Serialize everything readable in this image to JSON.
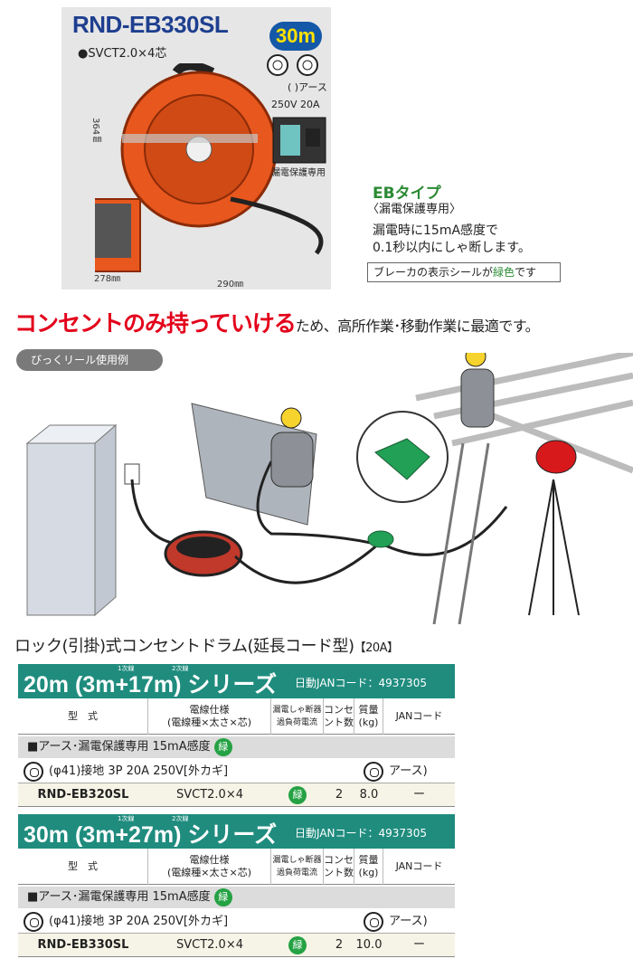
{
  "product": {
    "model": "RND-EB330SL",
    "length_badge": "30m",
    "cable_spec": "●SVCT2.0×4芯",
    "earth_label": "(  )アース",
    "rating": "250V 20A",
    "breaker_caption": "漏電保護専用",
    "dim_height": "364㎜",
    "dim_width1": "278㎜",
    "dim_width2": "290㎜"
  },
  "eb_type": {
    "title": "EBタイプ",
    "subtitle": "〈漏電保護専用〉",
    "desc_line1": "漏電時に15mA感度で",
    "desc_line2": "0.1秒以内にしゃ断します。",
    "seal_note_a": "ブレーカの表示シールが",
    "seal_note_green": "緑色",
    "seal_note_b": "です"
  },
  "headline": {
    "red": "コンセントのみ持っていける",
    "rest": "ため、高所作業･移動作業に最適です。"
  },
  "usage_badge": "びっくリール使用例",
  "table_heading": {
    "main": "ロック(引掛)式コンセントドラム(延長コード型)",
    "small": "【20A】"
  },
  "tables": [
    {
      "series": "20m (3m+17m) シリーズ",
      "note1": "1次線",
      "note2": "2次線",
      "jan": "日動JANコード：4937305",
      "headers": [
        "型　式",
        "電線仕様\n(電線種×太さ×芯)",
        "漏電しゃ断器\n過負荷電流",
        "コンセ\nント数",
        "質量\n(kg)",
        "JANコード"
      ],
      "category": "■アース･漏電保護専用 15mA感度",
      "category_badge": "緑",
      "spec": "(φ41)接地 3P 20A 250V[外カギ]",
      "spec_earth": "アース)",
      "row": {
        "model": "RND-EB320SL",
        "cable": "SVCT2.0×4",
        "breaker": "緑",
        "outlets": "2",
        "weight": "8.0",
        "jan": "ー"
      }
    },
    {
      "series": "30m (3m+27m) シリーズ",
      "note1": "1次線",
      "note2": "2次線",
      "jan": "日動JANコード：4937305",
      "headers": [
        "型　式",
        "電線仕様\n(電線種×太さ×芯)",
        "漏電しゃ断器\n過負荷電流",
        "コンセ\nント数",
        "質量\n(kg)",
        "JANコード"
      ],
      "category": "■アース･漏電保護専用 15mA感度",
      "category_badge": "緑",
      "spec": "(φ41)接地 3P 20A 250V[外カギ]",
      "spec_earth": "アース)",
      "row": {
        "model": "RND-EB330SL",
        "cable": "SVCT2.0×4",
        "breaker": "緑",
        "outlets": "2",
        "weight": "10.0",
        "jan": "ー"
      }
    }
  ],
  "colors": {
    "title_blue": "#1e3f8f",
    "reel_orange": "#e8571d",
    "green": "#25a244",
    "series_teal": "#1f8c7e",
    "headline_red": "#e3001b"
  }
}
